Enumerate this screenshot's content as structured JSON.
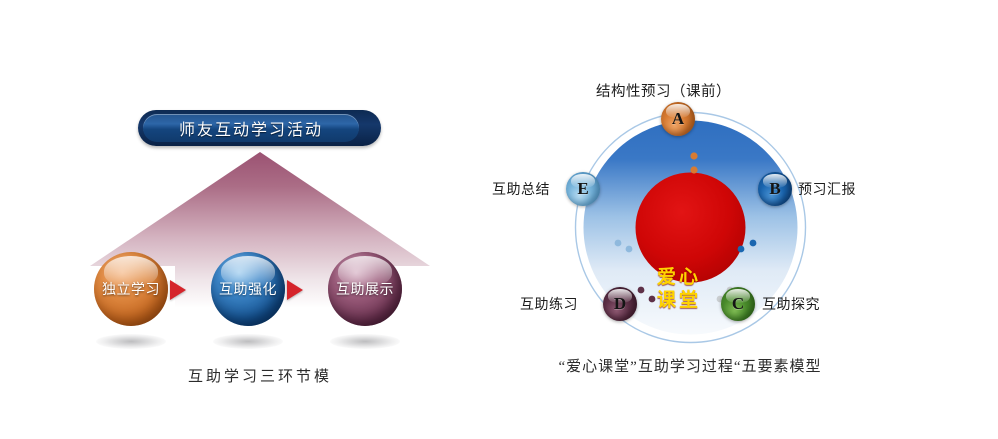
{
  "left_diagram": {
    "banner_label": "师友互动学习活动",
    "caption": "互助学习三环节模",
    "arrow_name": "upward-arrow",
    "stages": [
      {
        "label": "独立学习",
        "color": "#c4661f"
      },
      {
        "label": "互助强化",
        "color": "#14518f"
      },
      {
        "label": "互助展示",
        "color": "#6e3553"
      }
    ],
    "connector_color": "#d5242b"
  },
  "right_diagram": {
    "center_line1": "爱心",
    "center_line2": "课堂",
    "center_color": "#cc0000",
    "center_text_color": "#ffd400",
    "caption": "“爱心课堂”互助学习过程“五要素模型",
    "ring_gradient_top": "#2f6fc0",
    "ring_gradient_bottom": "#f4f8fc",
    "nodes": [
      {
        "letter": "A",
        "label": "结构性预习（课前）",
        "color": "#d87b32",
        "position": "top"
      },
      {
        "letter": "B",
        "label": "预习汇报",
        "color": "#1a66b0",
        "position": "right"
      },
      {
        "letter": "C",
        "label": "互助探究",
        "color": "#4a8c2c",
        "position": "bottom-right"
      },
      {
        "letter": "D",
        "label": "互助练习",
        "color": "#5e3148",
        "position": "bottom-left"
      },
      {
        "letter": "E",
        "label": "互助总结",
        "color": "#78b5dc",
        "position": "left"
      }
    ]
  }
}
